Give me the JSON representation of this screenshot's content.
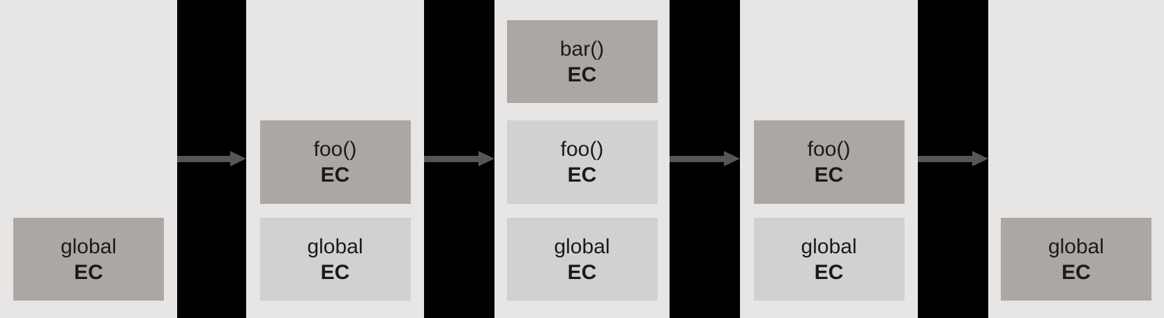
{
  "colors": {
    "panel_bg": "#e7e6e5",
    "separator": "#000000",
    "active_box": "#aca7a5",
    "inactive_box": "#d3d1d0",
    "arrow": "#585555",
    "text": "#1b1a19"
  },
  "icons": {
    "flow_arrow": "right-arrow"
  },
  "frames": [
    {
      "stack": [
        {
          "label": "global",
          "suffix": "EC",
          "state": "active"
        }
      ]
    },
    {
      "stack": [
        {
          "label": "foo()",
          "suffix": "EC",
          "state": "active"
        },
        {
          "label": "global",
          "suffix": "EC",
          "state": "inactive"
        }
      ]
    },
    {
      "stack": [
        {
          "label": "bar()",
          "suffix": "EC",
          "state": "active"
        },
        {
          "label": "foo()",
          "suffix": "EC",
          "state": "inactive"
        },
        {
          "label": "global",
          "suffix": "EC",
          "state": "inactive"
        }
      ]
    },
    {
      "stack": [
        {
          "label": "foo()",
          "suffix": "EC",
          "state": "active"
        },
        {
          "label": "global",
          "suffix": "EC",
          "state": "inactive"
        }
      ]
    },
    {
      "stack": [
        {
          "label": "global",
          "suffix": "EC",
          "state": "active"
        }
      ]
    }
  ]
}
